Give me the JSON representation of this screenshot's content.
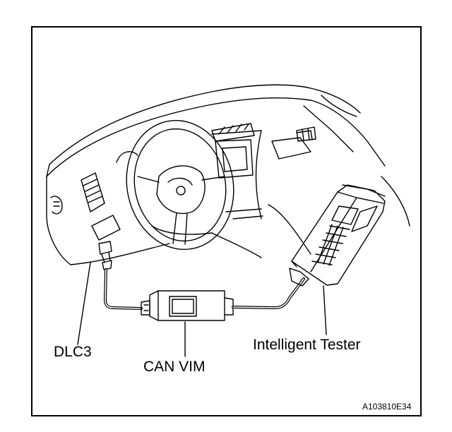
{
  "figure": {
    "labels": {
      "dlc3": "DLC3",
      "can_vim": "CAN VIM",
      "intelligent_tester": "Intelligent Tester"
    },
    "figure_code": "A103810E34"
  },
  "colors": {
    "line": "#000000",
    "background": "#ffffff"
  }
}
